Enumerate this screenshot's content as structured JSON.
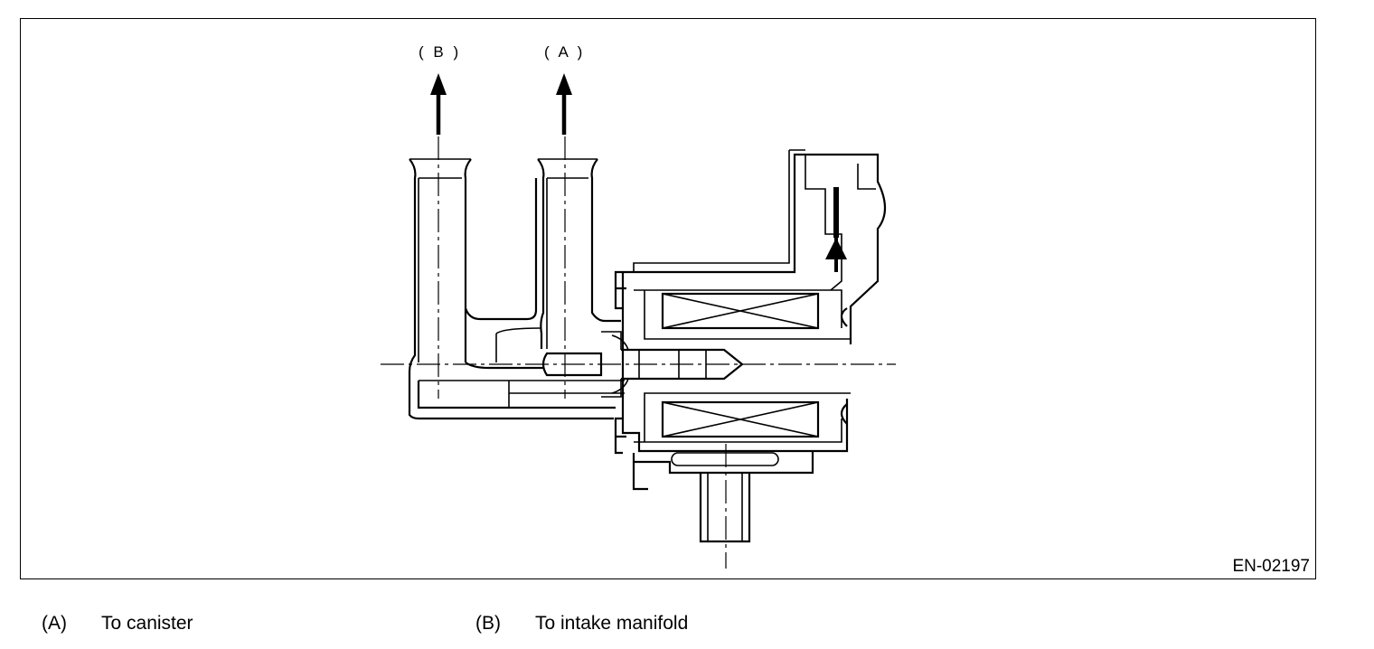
{
  "figure": {
    "figure_code": "EN-02197",
    "arrow_labels": {
      "b": "( B )",
      "a": "( A )"
    }
  },
  "legend": [
    {
      "key": "(A)",
      "text": "To canister"
    },
    {
      "key": "(B)",
      "text": "To intake manifold"
    }
  ]
}
